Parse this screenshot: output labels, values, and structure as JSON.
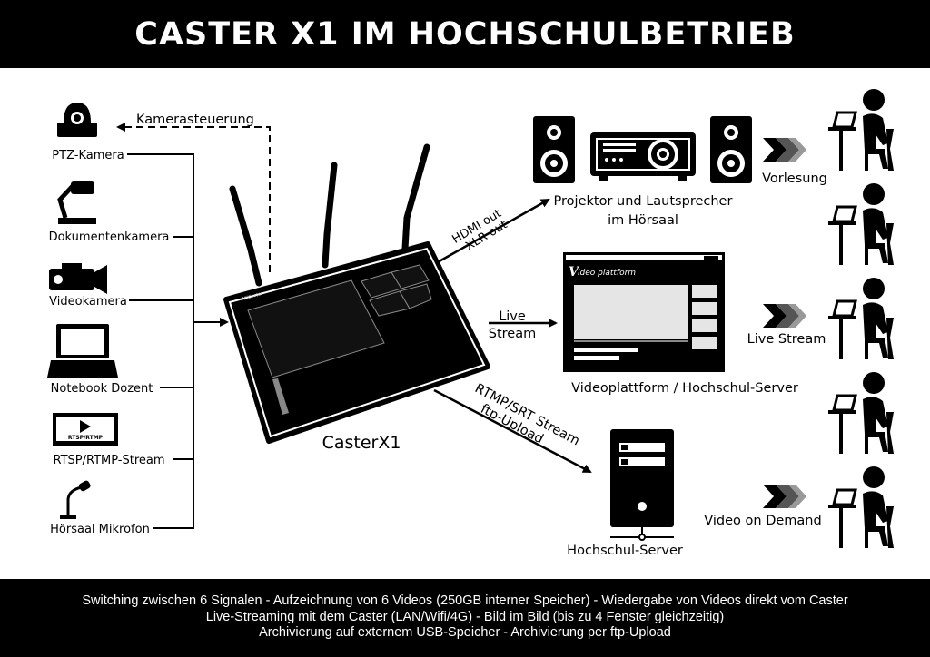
{
  "header": {
    "title": "CASTER X1 IM HOCHSCHULBETRIEB"
  },
  "inputs": [
    {
      "label": "PTZ-Kamera",
      "icon": "ptz-camera-icon"
    },
    {
      "label": "Dokumentenkamera",
      "icon": "document-camera-icon"
    },
    {
      "label": "Videokamera",
      "icon": "video-camera-icon"
    },
    {
      "label": "Notebook Dozent",
      "icon": "notebook-icon"
    },
    {
      "label": "RTSP/RTMP-Stream",
      "icon": "film-stream-icon",
      "badge": "RTSP/RTMP"
    },
    {
      "label": "Hörsaal Mikrofon",
      "icon": "microphone-icon"
    }
  ],
  "control": {
    "label": "Kamerasteuerung"
  },
  "device": {
    "label": "CasterX1",
    "brand": "NSCaster"
  },
  "outputs": {
    "hdmi": {
      "line1": "HDMI out",
      "line2": "XLR out"
    },
    "live": {
      "line1": "Live",
      "line2": "Stream"
    },
    "rtmp": {
      "line1": "RTMP/SRT Stream",
      "line2": "ftp-Upload"
    }
  },
  "destinations": {
    "projector": {
      "line1": "Projektor und Lautsprecher",
      "line2": "im Hörsaal"
    },
    "platform": {
      "label": "Videoplattform / Hochschul-Server",
      "window_title": "ideo plattform",
      "logo": "V"
    },
    "server": {
      "label": "Hochschul-Server"
    }
  },
  "audience": [
    {
      "label": "Vorlesung"
    },
    {
      "label": "Live Stream"
    },
    {
      "label": "Video on Demand"
    }
  ],
  "footer": {
    "line1": "Switching zwischen 6 Signalen - Aufzeichnung von 6 Videos (250GB interner Speicher) - Wiedergabe von Videos direkt vom Caster",
    "line2": "Live-Streaming mit dem Caster (LAN/Wifi/4G) - Bild im Bild (bis zu 4 Fenster gleichzeitig)",
    "line3": "Archivierung auf externem USB-Speicher - Archivierung per ftp-Upload"
  }
}
